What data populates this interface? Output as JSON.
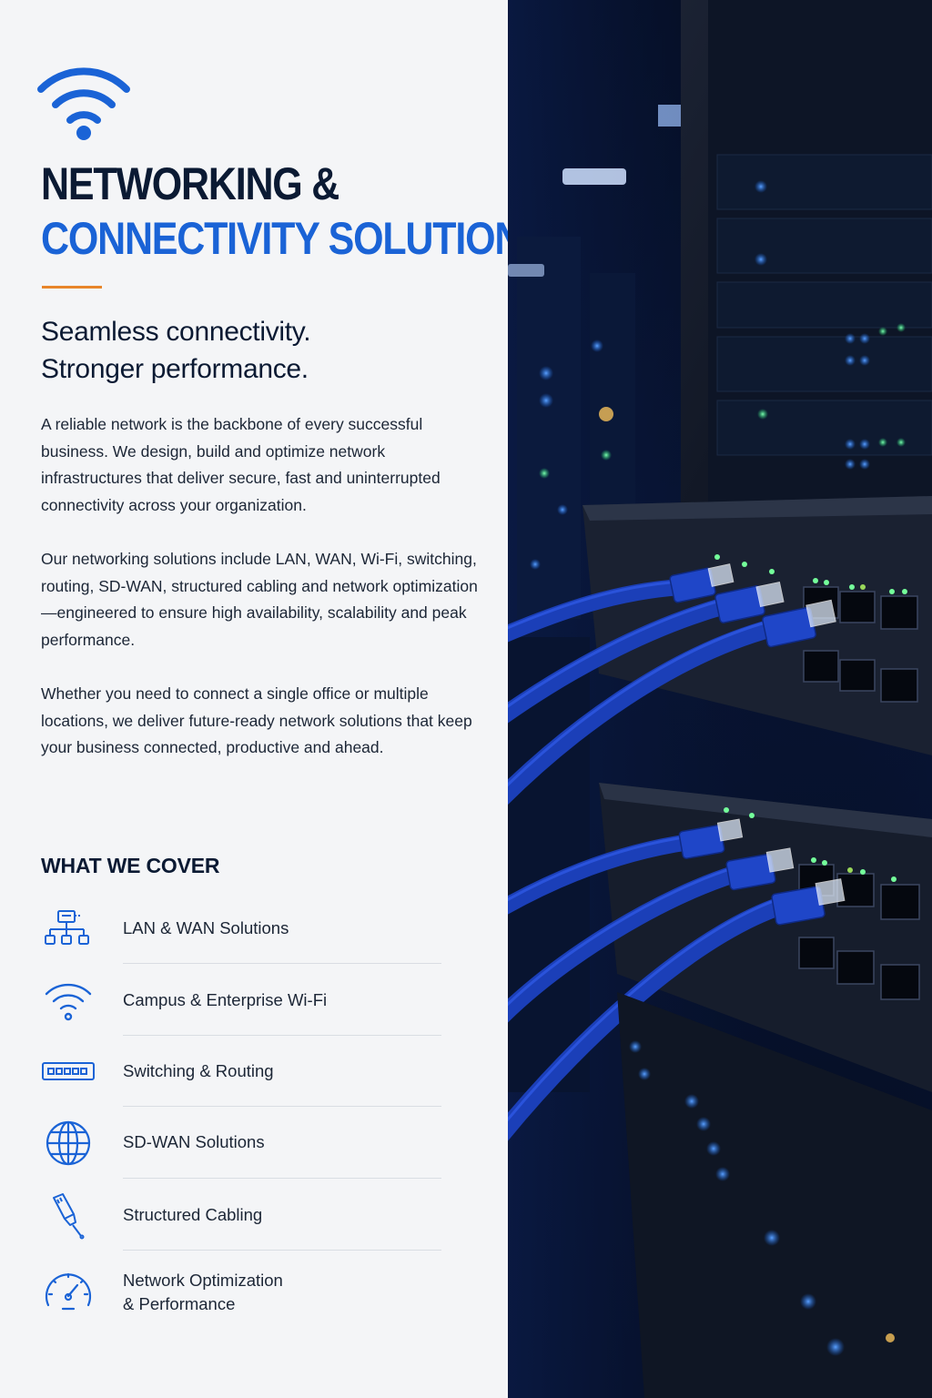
{
  "header": {
    "title_line1": "NETWORKING &",
    "title_line2": "CONNECTIVITY SOLUTIONS",
    "tagline_line1": "Seamless connectivity.",
    "tagline_line2": "Stronger performance."
  },
  "intro": {
    "paragraph1": "A reliable network is the backbone of every successful business. We design, build and optimize network infrastructures that deliver secure, fast and uninterrupted connectivity across your organization.",
    "paragraph2": "Our networking solutions include LAN, WAN, Wi-Fi, switching, routing, SD-WAN, structured cabling and network optimization—engineered to ensure high availability, scalability and peak performance.",
    "paragraph3": "Whether you need to connect a single office or multiple locations, we deliver future-ready network solutions that keep your business connected, productive and ahead."
  },
  "coverage": {
    "heading": "WHAT WE COVER",
    "items": [
      {
        "icon": "network-topology-icon",
        "label": "LAN & WAN Solutions"
      },
      {
        "icon": "wifi-icon",
        "label": "Campus & Enterprise Wi-Fi"
      },
      {
        "icon": "switch-icon",
        "label": "Switching & Routing"
      },
      {
        "icon": "globe-icon",
        "label": "SD-WAN Solutions"
      },
      {
        "icon": "ethernet-cable-icon",
        "label": "Structured Cabling"
      },
      {
        "icon": "speedometer-icon",
        "label": "Network Optimization",
        "label_line2": "& Performance"
      }
    ]
  },
  "photo": {
    "subject": "server-rack-photo"
  },
  "colors": {
    "navy": "#0b1a33",
    "brand_blue": "#1a63d6",
    "accent_orange": "#e8862a",
    "background": "#f4f5f7"
  }
}
